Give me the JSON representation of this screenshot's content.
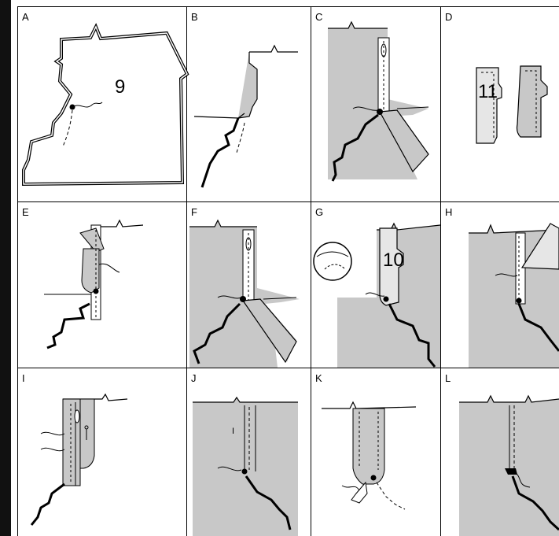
{
  "panels": [
    {
      "letter": "A",
      "number": "9"
    },
    {
      "letter": "B"
    },
    {
      "letter": "C"
    },
    {
      "letter": "D",
      "number": "11"
    },
    {
      "letter": "E"
    },
    {
      "letter": "F"
    },
    {
      "letter": "G",
      "number": "10"
    },
    {
      "letter": "H"
    },
    {
      "letter": "I"
    },
    {
      "letter": "J"
    },
    {
      "letter": "K"
    },
    {
      "letter": "L"
    }
  ],
  "colors": {
    "fabric": "#c8c8c8",
    "line": "#000000",
    "frame": "#111111"
  }
}
